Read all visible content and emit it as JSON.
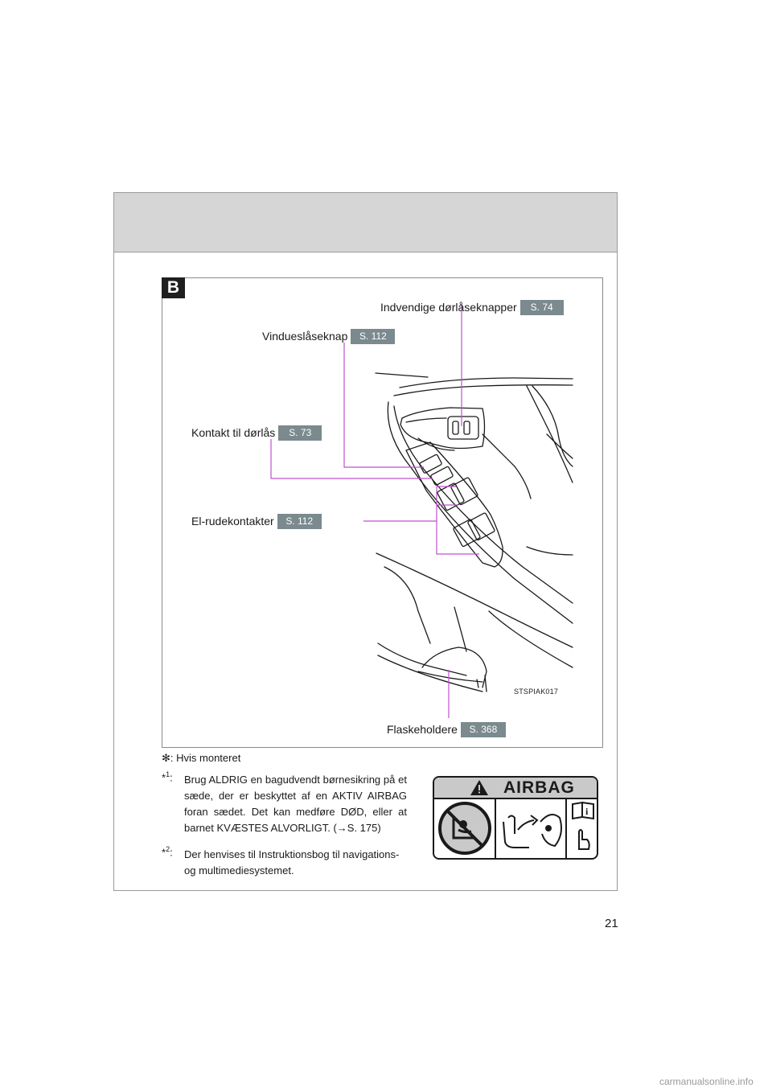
{
  "section_badge": "B",
  "callouts": {
    "door_lock_buttons": {
      "label": "Indvendige dørlåseknapper",
      "ref": "S. 74"
    },
    "window_lock": {
      "label": "Vindueslåseknap",
      "ref": "S. 112"
    },
    "door_lock_switch": {
      "label": "Kontakt til dørlås",
      "ref": "S. 73"
    },
    "power_windows": {
      "label": "El-rudekontakter",
      "ref": "S. 112"
    },
    "bottle_holders": {
      "label": "Flaskeholdere",
      "ref": "S. 368"
    }
  },
  "figure_id": "STSPIAK017",
  "note": {
    "mark": "✻",
    "text": ": Hvis monteret"
  },
  "footnotes": [
    {
      "mark": "*",
      "num": "1",
      "colon": ":",
      "text": "Brug ALDRIG en bagudvendt børnesikring på et sæde, der er beskyttet af en AKTIV AIRBAG foran sædet. Det kan medføre DØD, eller at barnet KVÆSTES ALVORLIGT. (→S. 175)"
    },
    {
      "mark": "*",
      "num": "2",
      "colon": ":",
      "text": "Der henvises til Instruktionsbog til navigations- og multimediesystemet."
    }
  ],
  "airbag_label": {
    "title": "AIRBAG"
  },
  "icons": [
    "warning-triangle-icon",
    "no-rear-child-seat-icon",
    "airbag-deploy-icon",
    "read-manual-icon"
  ],
  "page_number": "21",
  "footer": "carmanualsonline.info",
  "colors": {
    "ref_badge": "#7a8a8e",
    "leader_line": "#c050d0",
    "header_band": "#d6d6d6"
  }
}
